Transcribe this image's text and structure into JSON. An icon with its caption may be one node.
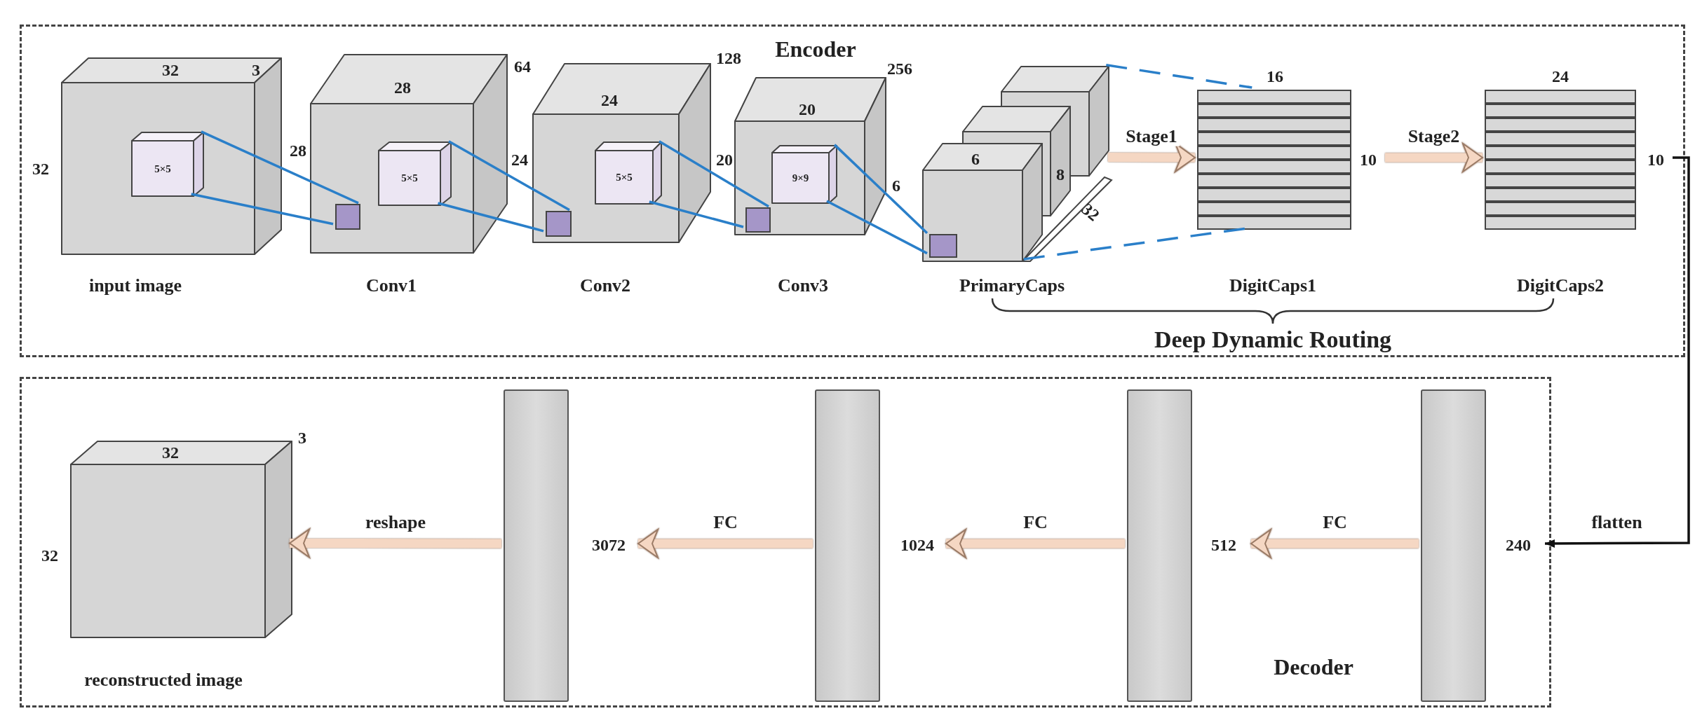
{
  "diagram": {
    "nodes": [
      {
        "text": [
          "Encoder"
        ]
      },
      {
        "text": [
          "input image"
        ],
        "beside": [
          "32",
          "3",
          "32"
        ],
        "in": 0
      },
      {
        "text": [
          "5×5"
        ],
        "in": 1
      },
      {
        "text": [
          "Conv1"
        ],
        "beside": [
          "28",
          "64",
          "28"
        ],
        "in": 0
      },
      {
        "text": [],
        "shape": "box",
        "in": 3
      },
      {
        "text": [
          "5×5"
        ],
        "in": 3
      },
      {
        "text": [
          "Conv2"
        ],
        "beside": [
          "24",
          "128",
          "24"
        ],
        "in": 0
      },
      {
        "text": [],
        "shape": "box",
        "in": 6
      },
      {
        "text": [
          "5×5"
        ],
        "in": 6
      },
      {
        "text": [
          "Conv3"
        ],
        "beside": [
          "20",
          "256",
          "20"
        ],
        "in": 0
      },
      {
        "text": [],
        "shape": "box",
        "in": 9
      },
      {
        "text": [
          "9×9"
        ],
        "in": 9
      },
      {
        "text": [
          "PrimaryCaps"
        ],
        "beside": [
          "6",
          "8",
          "6",
          "32"
        ],
        "in": 0
      },
      {
        "text": [],
        "shape": "box",
        "in": 12
      },
      {
        "text": [
          "DigitCaps1"
        ],
        "beside": [
          "16",
          "10"
        ],
        "in": 0
      },
      {
        "text": [
          "DigitCaps2"
        ],
        "beside": [
          "24",
          "10"
        ],
        "in": 0
      },
      {
        "text": [
          "Decoder"
        ]
      },
      {
        "text": [
          "reconstructed image"
        ],
        "beside": [
          "32",
          "3",
          "32"
        ],
        "in": 16
      },
      {
        "text": [],
        "shape": "bar",
        "beside": [
          "3072"
        ],
        "in": 16
      },
      {
        "text": [],
        "shape": "bar",
        "beside": [
          "1024"
        ],
        "in": 16
      },
      {
        "text": [],
        "shape": "bar",
        "beside": [
          "512"
        ],
        "in": 16
      },
      {
        "text": [],
        "shape": "bar",
        "beside": [
          "240"
        ],
        "in": 16
      }
    ],
    "edges": [
      {
        "from": 2,
        "to": 4,
        "arrow": "none",
        "color": "#2a7fc9"
      },
      {
        "from": 2,
        "to": 4,
        "arrow": "none",
        "color": "#2a7fc9"
      },
      {
        "from": 5,
        "to": 7,
        "arrow": "none",
        "color": "#2a7fc9"
      },
      {
        "from": 5,
        "to": 7,
        "arrow": "none",
        "color": "#2a7fc9"
      },
      {
        "from": 8,
        "to": 10,
        "arrow": "none",
        "color": "#2a7fc9"
      },
      {
        "from": 8,
        "to": 10,
        "arrow": "none",
        "color": "#2a7fc9"
      },
      {
        "from": 11,
        "to": 13,
        "arrow": "none",
        "color": "#2a7fc9"
      },
      {
        "from": 11,
        "to": 13,
        "arrow": "none",
        "color": "#2a7fc9"
      },
      {
        "from": 12,
        "to": 14,
        "arrow": "none",
        "style": "dashed",
        "color": "#2a7fc9"
      },
      {
        "from": 12,
        "to": 14,
        "arrow": "none",
        "style": "dashed",
        "color": "#2a7fc9"
      },
      {
        "from": 12,
        "to": 14,
        "arrow": "to",
        "label": "Stage1",
        "style": "thick",
        "color": "#f5d7c3"
      },
      {
        "from": 14,
        "to": 15,
        "arrow": "to",
        "label": "Stage2",
        "style": "thick",
        "color": "#f5d7c3"
      },
      {
        "from": 15,
        "to": 21,
        "arrow": "to",
        "label": "flatten",
        "color": "#111111"
      },
      {
        "from": 21,
        "to": 20,
        "arrow": "to",
        "label": "FC",
        "style": "thick",
        "color": "#f5d7c3"
      },
      {
        "from": 20,
        "to": 19,
        "arrow": "to",
        "label": "FC",
        "style": "thick",
        "color": "#f5d7c3"
      },
      {
        "from": 19,
        "to": 18,
        "arrow": "to",
        "label": "FC",
        "style": "thick",
        "color": "#f5d7c3"
      },
      {
        "from": 18,
        "to": 17,
        "arrow": "to",
        "label": "reshape",
        "style": "thick",
        "color": "#f5d7c3"
      }
    ],
    "labels": [
      "Deep Dynamic Routing"
    ]
  }
}
